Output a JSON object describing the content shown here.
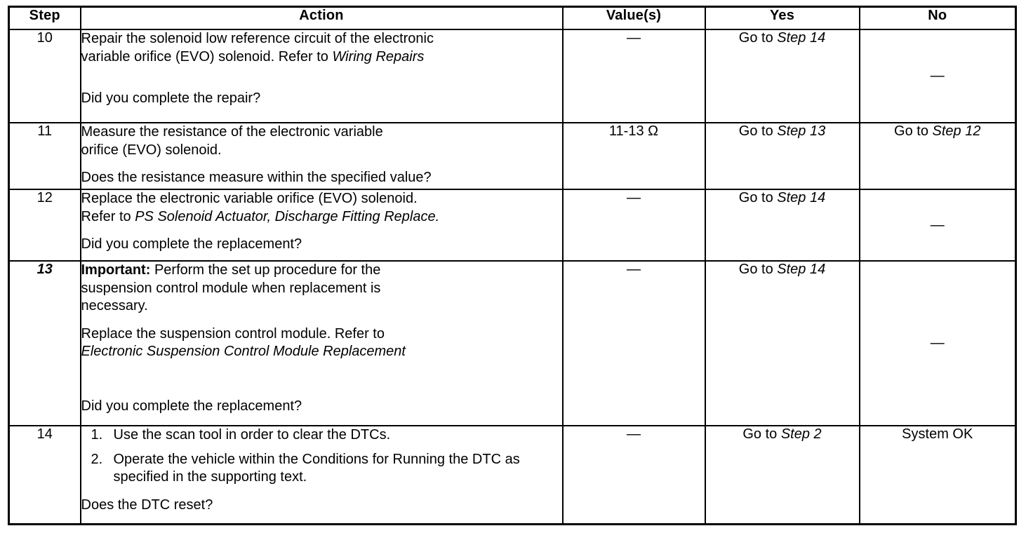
{
  "table": {
    "headers": {
      "step": "Step",
      "action": "Action",
      "values": "Value(s)",
      "yes": "Yes",
      "no": "No"
    },
    "rows": [
      {
        "step": "10",
        "step_italic": false,
        "action_lines": [
          "Repair the solenoid low reference circuit of the electronic",
          "variable orifice (EVO) solenoid. Refer to ",
          "Wiring Repairs"
        ],
        "action_question": "Did you complete the repair?",
        "value": "—",
        "yes_prefix": "Go to ",
        "yes_ref": "Step 14",
        "no": "—"
      },
      {
        "step": "11",
        "step_italic": false,
        "action_lines": [
          "Measure the resistance of the electronic variable",
          "orifice (EVO) solenoid."
        ],
        "action_question": "Does the resistance measure within the specified value?",
        "value": "11-13 Ω",
        "yes_prefix": "Go to ",
        "yes_ref": "Step 13",
        "no_prefix": "Go to ",
        "no_ref": "Step 12"
      },
      {
        "step": "12",
        "step_italic": false,
        "action_lines": [
          "Replace the electronic variable orifice (EVO) solenoid.",
          "Refer to ",
          "PS Solenoid Actuator, Discharge Fitting Replace."
        ],
        "action_question": "Did you complete the replacement?",
        "value": "—",
        "yes_prefix": "Go to ",
        "yes_ref": "Step 14",
        "no": "—"
      },
      {
        "step": "13",
        "step_italic": true,
        "important_label": "Important:",
        "important_text": " Perform the set up procedure for the",
        "important_lines": [
          "suspension control module when replacement is",
          "necessary."
        ],
        "action_lines": [
          "Replace the suspension control module. Refer to",
          "Electronic Suspension Control Module Replacement"
        ],
        "action_question": "Did you complete the replacement?",
        "value": "—",
        "yes_prefix": "Go to ",
        "yes_ref": "Step 14",
        "no": "—"
      },
      {
        "step": "14",
        "step_italic": false,
        "list_items": [
          {
            "num": "1.",
            "text": "Use the scan tool in order to clear the DTCs."
          },
          {
            "num": "2.",
            "text": "Operate the vehicle within the Conditions for Running the DTC as specified in the supporting text."
          }
        ],
        "action_question": "Does the DTC reset?",
        "value": "—",
        "yes_prefix": "Go to ",
        "yes_ref": "Step 2",
        "no": "System OK"
      }
    ]
  },
  "colors": {
    "ink": "#000000",
    "paper": "#ffffff"
  }
}
